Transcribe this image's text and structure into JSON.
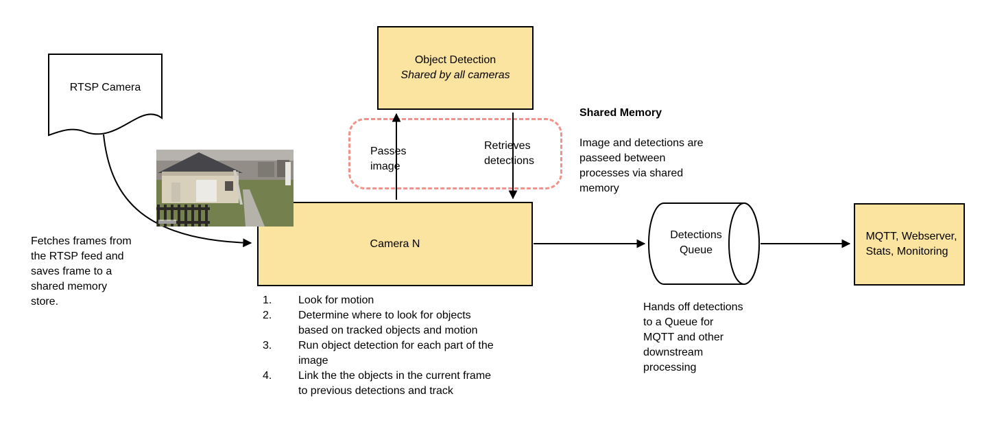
{
  "title": "Camera processing pipeline diagram",
  "colors": {
    "node_fill": "#FBE3A0",
    "node_border": "#000000",
    "shared_memory_dash": "#F0938A",
    "arrow": "#000000"
  },
  "nodes": {
    "rtsp_camera": {
      "label": "RTSP Camera"
    },
    "object_detection": {
      "title": "Object Detection",
      "subtitle": "Shared by all cameras"
    },
    "camera_n": {
      "label": "Camera N"
    },
    "detections_queue": {
      "label": "Detections\nQueue"
    },
    "outputs": {
      "label": "MQTT, Webserver,\nStats, Monitoring"
    }
  },
  "edges": {
    "passes_image": "Passes\nimage",
    "retrieves_detections": "Retrieves\ndetections"
  },
  "notes": {
    "shared_memory_title": "Shared Memory",
    "shared_memory_body": "Image and detections are\npasseed between\nprocesses via shared\nmemory",
    "fetch_frames": "Fetches frames from\nthe RTSP feed and\nsaves frame to a\nshared memory\nstore.",
    "queue_handoff": "Hands off detections\nto a Queue for\nMQTT and other\ndownstream\nprocessing"
  },
  "camera_steps": [
    {
      "num": "1.",
      "text": "Look for motion"
    },
    {
      "num": "2.",
      "text": "Determine where to look for objects\nbased on tracked objects and motion"
    },
    {
      "num": "3.",
      "text": "Run object detection for each part of the\nimage"
    },
    {
      "num": "4.",
      "text": "Link the the objects in the current frame\nto previous detections and track"
    }
  ]
}
